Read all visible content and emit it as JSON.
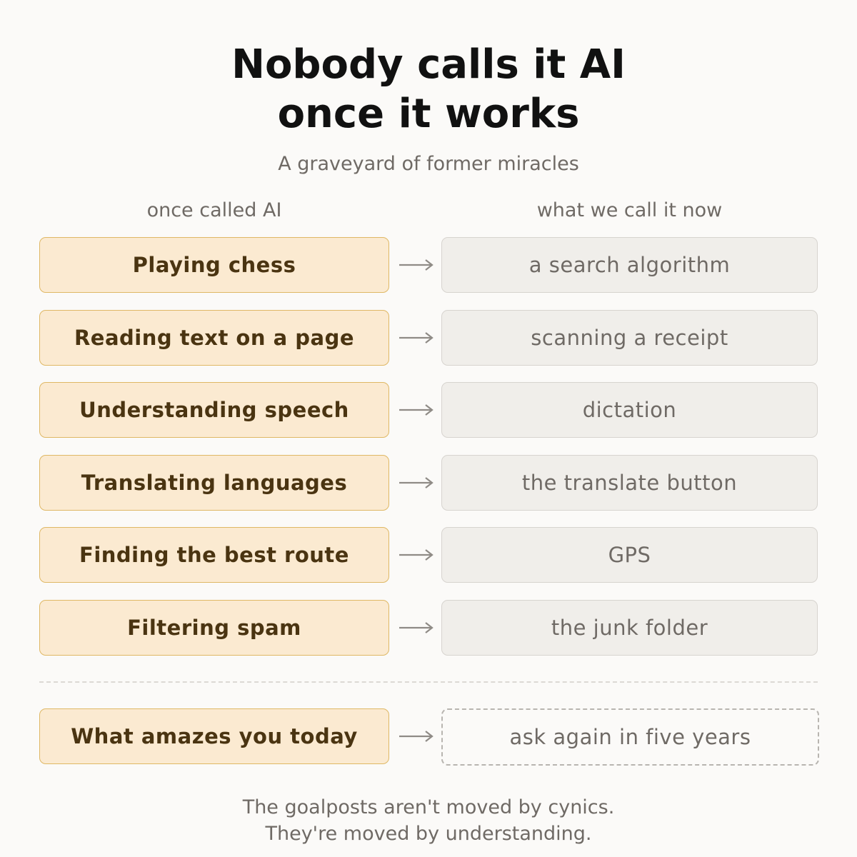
{
  "title": {
    "line1": "Nobody calls it AI",
    "line2": "once it works"
  },
  "subtitle": "A graveyard of former miracles",
  "columns": {
    "left_header": "once called AI",
    "right_header": "what we call it now"
  },
  "rows": [
    {
      "old": "Playing chess",
      "now": "a search algorithm"
    },
    {
      "old": "Reading text on a page",
      "now": "scanning a receipt"
    },
    {
      "old": "Understanding speech",
      "now": "dictation"
    },
    {
      "old": "Translating languages",
      "now": "the translate button"
    },
    {
      "old": "Finding the best route",
      "now": "GPS"
    },
    {
      "old": "Filtering spam",
      "now": "the junk folder"
    }
  ],
  "future_row": {
    "old": "What amazes you today",
    "now": "ask again in five years"
  },
  "footer": {
    "line1": "The goalposts aren't moved by cynics.",
    "line2": "They're moved by understanding."
  },
  "colors": {
    "old_fill": "#fbead1",
    "old_border": "#dfb865",
    "old_text": "#4a3411",
    "now_fill": "#f0eeea",
    "now_border": "#d7d4cf",
    "muted_text": "#6f6a65",
    "arrow": "#8f8b86"
  },
  "icons": {
    "connector": "right-arrow-icon"
  }
}
